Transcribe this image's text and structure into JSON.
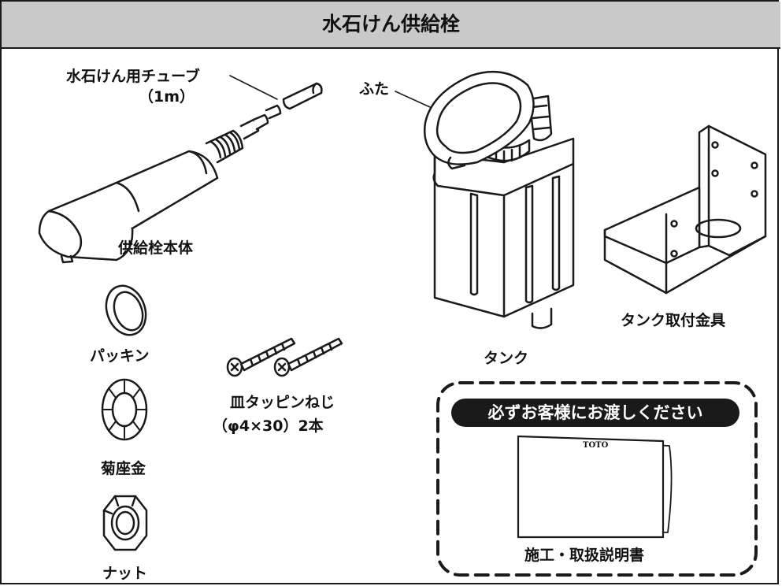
{
  "header": {
    "title": "水石けん供給栓"
  },
  "labels": {
    "tube_line1": "水石けん用チューブ",
    "tube_line2": "（1m）",
    "faucet_body": "供給栓本体",
    "lid": "ふた",
    "tank": "タンク",
    "bracket": "タンク取付金具",
    "packing": "パッキン",
    "washer": "菊座金",
    "nut": "ナット",
    "screws_line1": "皿タッピンねじ",
    "screws_line2": "（φ4×30）2本",
    "notice_banner": "必ずお客様にお渡しください",
    "manual": "施工・取扱説明書",
    "manual_brand": "TOTO"
  },
  "colors": {
    "header_bg": "#c9c9c9",
    "line": "#1a1a1a",
    "banner_bg": "#1a1a1a",
    "banner_text": "#ffffff"
  }
}
